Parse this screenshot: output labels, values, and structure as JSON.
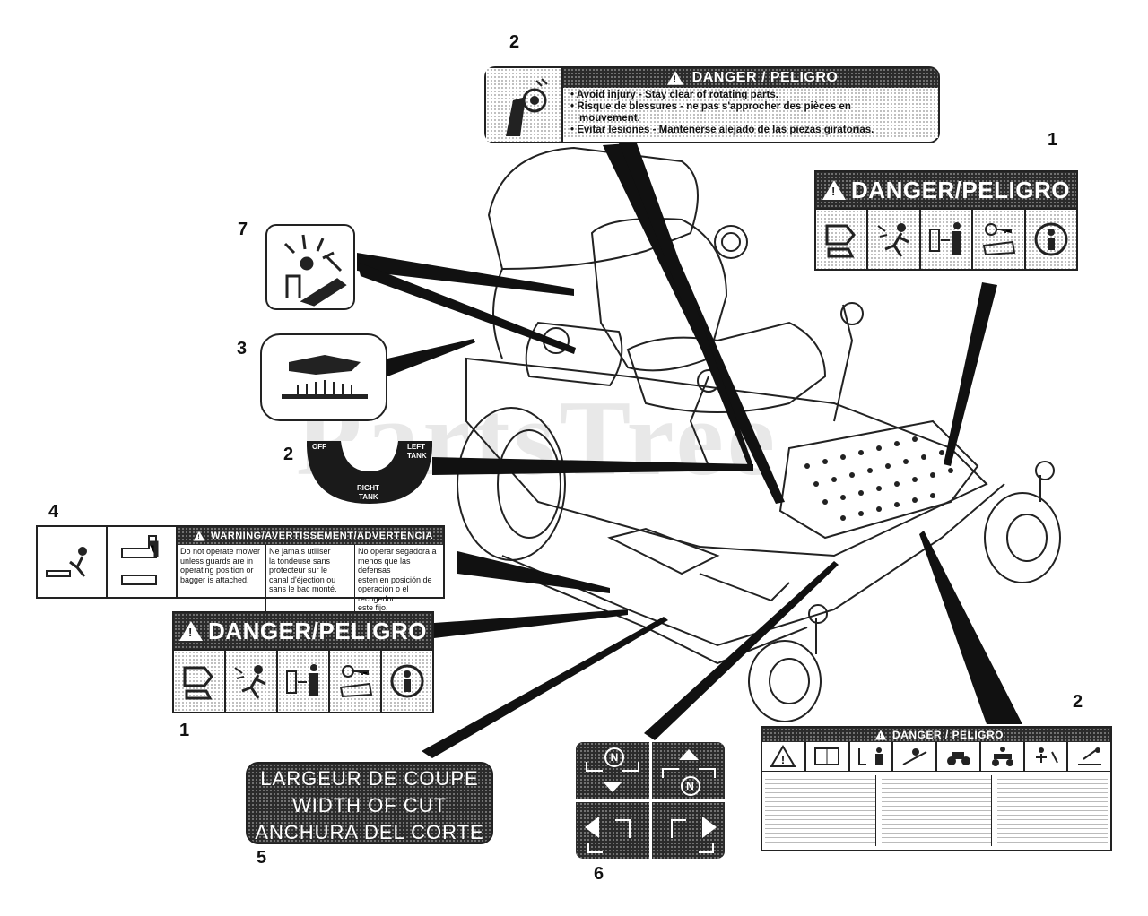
{
  "callouts": {
    "c2_top": "2",
    "c1_right": "1",
    "c7": "7",
    "c3": "3",
    "c2_left": "2",
    "c4": "4",
    "c1_bottom": "1",
    "c5": "5",
    "c6": "6",
    "c2_bottom": "2"
  },
  "decal_2_top": {
    "header": "DANGER / PELIGRO",
    "lines": [
      "• Avoid injury - Stay clear of rotating parts.",
      "• Risque de blessures - ne pas s'approcher des pièces en",
      "  mouvement.",
      "• Evitar lesiones - Mantenerse alejado de las piezas giratorias."
    ]
  },
  "decal_1": {
    "header": "DANGER/PELIGRO",
    "icons": [
      "hand-crush-icon",
      "thrown-object-icon",
      "keep-distance-icon",
      "remove-key-icon",
      "read-manual-icon"
    ]
  },
  "decal_2_tank": {
    "off": "OFF",
    "left_tank_1": "LEFT",
    "left_tank_2": "TANK",
    "right_tank_1": "RIGHT",
    "right_tank_2": "TANK"
  },
  "decal_4": {
    "header": "WARNING/AVERTISSEMENT/ADVERTENCIA",
    "col1": [
      "Do not operate mower",
      "unless guards are in",
      "operating position or",
      "bagger is attached."
    ],
    "col2": [
      "Ne jamais utiliser",
      "la tondeuse sans",
      "protecteur sur le",
      "canal d'éjection ou",
      "sans le bac monté."
    ],
    "col3": [
      "No operar segadora a",
      "menos que las defensas",
      "esten en posición de",
      "operación o el recogedor",
      "este fijo."
    ]
  },
  "decal_5": {
    "line1": "LARGEUR DE COUPE",
    "line2": "WIDTH OF CUT",
    "line3": "ANCHURA DEL CORTE"
  },
  "decal_6": {
    "neutral": "N"
  },
  "decal_2_bottom": {
    "header": "DANGER / PELIGRO"
  },
  "watermark": "PartsTree"
}
